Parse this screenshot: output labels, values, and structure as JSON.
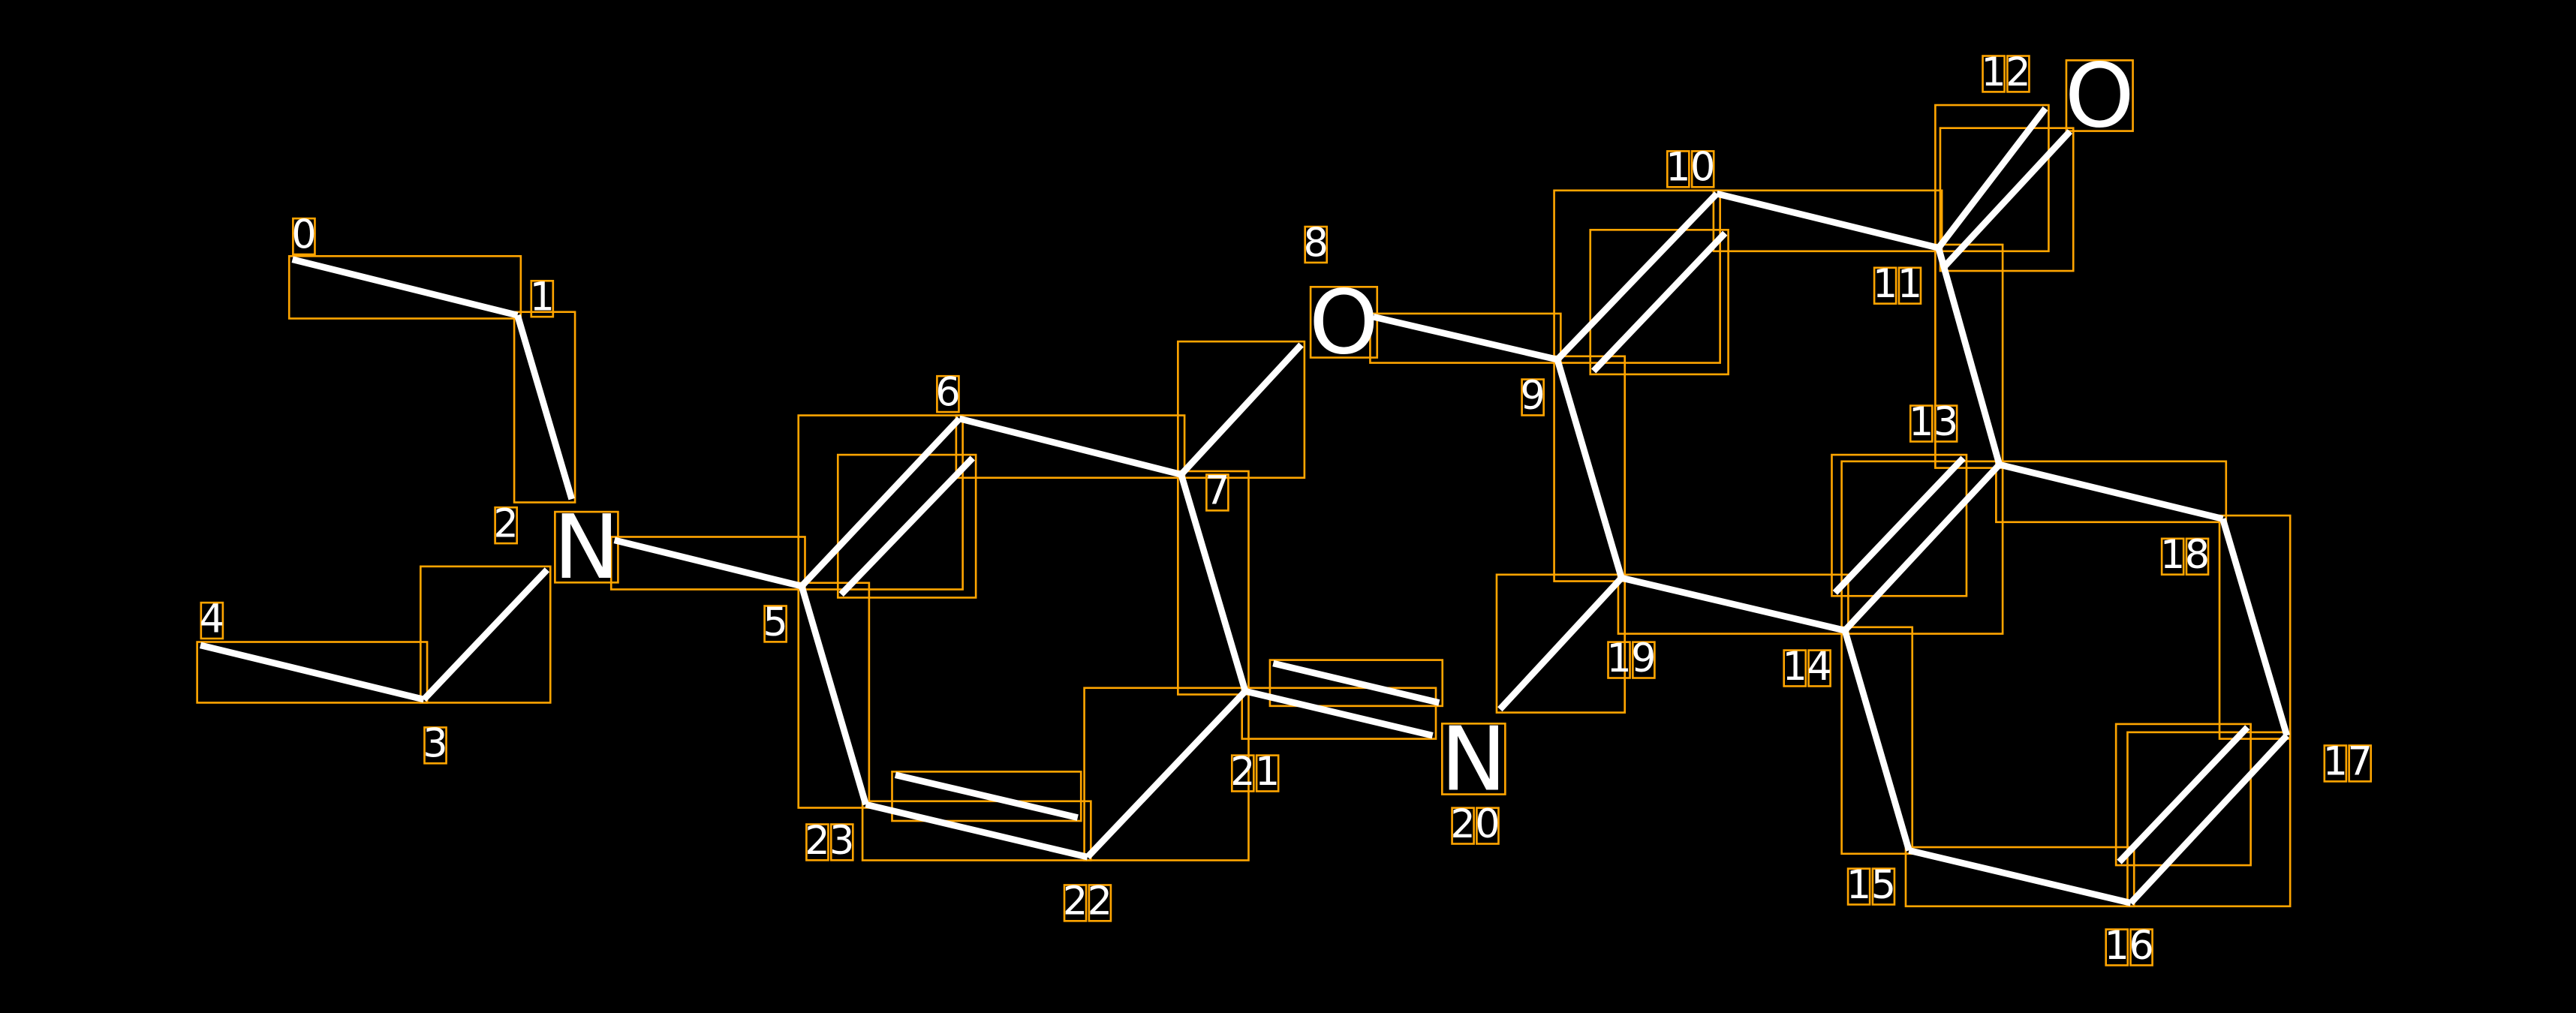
{
  "colors": {
    "background": "#000000",
    "bond": "#FFFFFF",
    "box": "#FFA500",
    "text": "#FFFFFF"
  },
  "atoms": [
    {
      "index": "0",
      "symbol": ""
    },
    {
      "index": "1",
      "symbol": ""
    },
    {
      "index": "2",
      "symbol": "N"
    },
    {
      "index": "3",
      "symbol": ""
    },
    {
      "index": "4",
      "symbol": ""
    },
    {
      "index": "5",
      "symbol": ""
    },
    {
      "index": "6",
      "symbol": ""
    },
    {
      "index": "7",
      "symbol": ""
    },
    {
      "index": "8",
      "symbol": "O"
    },
    {
      "index": "9",
      "symbol": ""
    },
    {
      "index": "10",
      "symbol": ""
    },
    {
      "index": "11",
      "symbol": ""
    },
    {
      "index": "12",
      "symbol": "O"
    },
    {
      "index": "13",
      "symbol": ""
    },
    {
      "index": "14",
      "symbol": ""
    },
    {
      "index": "15",
      "symbol": ""
    },
    {
      "index": "16",
      "symbol": ""
    },
    {
      "index": "17",
      "symbol": ""
    },
    {
      "index": "18",
      "symbol": ""
    },
    {
      "index": "19",
      "symbol": ""
    },
    {
      "index": "20",
      "symbol": "N"
    },
    {
      "index": "21",
      "symbol": ""
    },
    {
      "index": "22",
      "symbol": ""
    },
    {
      "index": "23",
      "symbol": ""
    }
  ],
  "bonds": [
    {
      "a": 0,
      "b": 1,
      "order": 1
    },
    {
      "a": 1,
      "b": 2,
      "order": 1
    },
    {
      "a": 2,
      "b": 3,
      "order": 1
    },
    {
      "a": 3,
      "b": 4,
      "order": 1
    },
    {
      "a": 2,
      "b": 5,
      "order": 1
    },
    {
      "a": 5,
      "b": 6,
      "order": 2
    },
    {
      "a": 6,
      "b": 7,
      "order": 1
    },
    {
      "a": 7,
      "b": 8,
      "order": 1
    },
    {
      "a": 8,
      "b": 9,
      "order": 1
    },
    {
      "a": 9,
      "b": 10,
      "order": 2
    },
    {
      "a": 10,
      "b": 11,
      "order": 1
    },
    {
      "a": 11,
      "b": 12,
      "order": 2
    },
    {
      "a": 11,
      "b": 13,
      "order": 1
    },
    {
      "a": 13,
      "b": 14,
      "order": 2
    },
    {
      "a": 14,
      "b": 15,
      "order": 1
    },
    {
      "a": 15,
      "b": 16,
      "order": 1
    },
    {
      "a": 16,
      "b": 17,
      "order": 2
    },
    {
      "a": 17,
      "b": 18,
      "order": 1
    },
    {
      "a": 18,
      "b": 13,
      "order": 1
    },
    {
      "a": 14,
      "b": 19,
      "order": 1
    },
    {
      "a": 19,
      "b": 9,
      "order": 1
    },
    {
      "a": 19,
      "b": 20,
      "order": 1
    },
    {
      "a": 20,
      "b": 21,
      "order": 2
    },
    {
      "a": 21,
      "b": 7,
      "order": 1
    },
    {
      "a": 21,
      "b": 22,
      "order": 1
    },
    {
      "a": 22,
      "b": 23,
      "order": 2
    },
    {
      "a": 23,
      "b": 5,
      "order": 1
    }
  ]
}
